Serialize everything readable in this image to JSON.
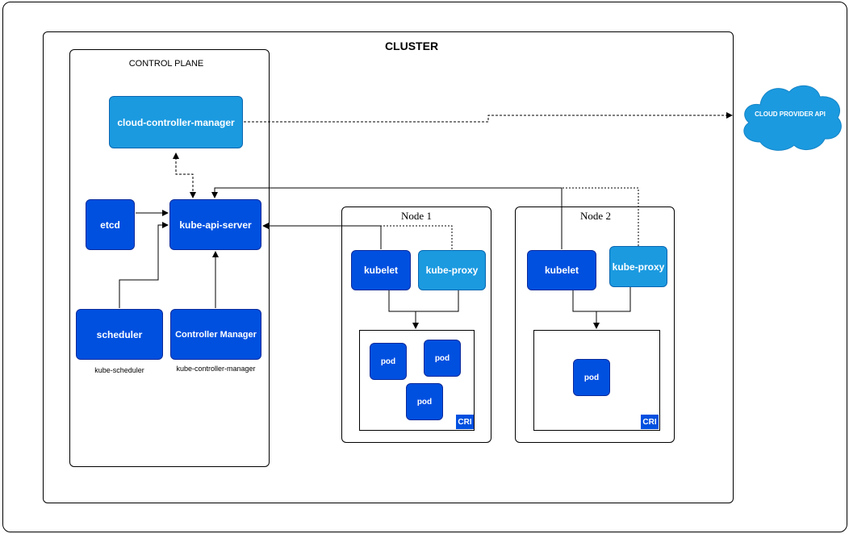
{
  "outer_frame": {},
  "cluster": {
    "title": "CLUSTER"
  },
  "control_plane": {
    "title": "CONTROL PLANE",
    "cloud_controller_manager": "cloud-controller-manager",
    "etcd": "etcd",
    "kube_api_server": "kube-api-server",
    "scheduler": "scheduler",
    "scheduler_caption": "kube-scheduler",
    "controller_manager": "Controller Manager",
    "controller_manager_caption": "kube-controller-manager"
  },
  "cloud_provider": {
    "label": "CLOUD PROVIDER API",
    "color": "#1b9ae0"
  },
  "nodes": [
    {
      "title": "Node 1",
      "kubelet": "kubelet",
      "kube_proxy": "kube-proxy",
      "pods": [
        "pod",
        "pod",
        "pod"
      ],
      "runtime": "CRI"
    },
    {
      "title": "Node 2",
      "kubelet": "kubelet",
      "kube_proxy": "kube-proxy",
      "pods": [
        "pod"
      ],
      "runtime": "CRI"
    }
  ],
  "colors": {
    "dark_blue": "#0050e0",
    "light_blue": "#1b9ae0"
  }
}
